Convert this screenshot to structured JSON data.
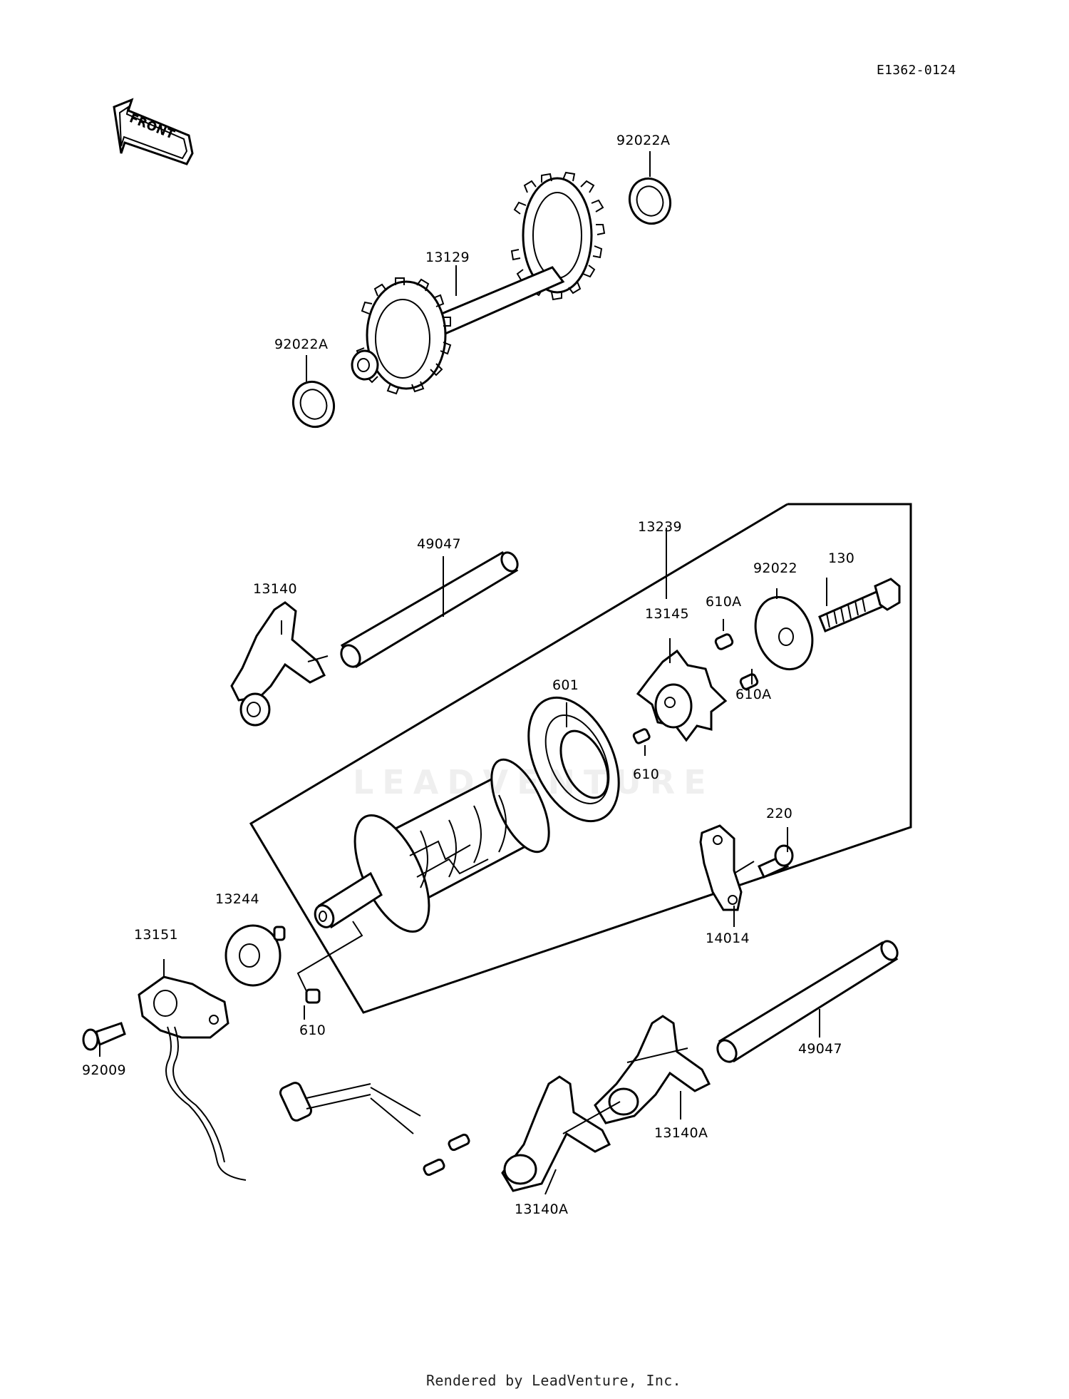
{
  "diagram_code": "E1362-0124",
  "front_arrow_text": "FRONT",
  "watermark_text": "LEADVENTURE",
  "footer": "Rendered by LeadVenture, Inc.",
  "labels": {
    "p92022A_top": "92022A",
    "p13129": "13129",
    "p92022A_left": "92022A",
    "p49047_top": "49047",
    "p13239": "13239",
    "p13140": "13140",
    "p92022": "92022",
    "p130": "130",
    "p610A_a": "610A",
    "p13145": "13145",
    "p610A_b": "610A",
    "p601": "601",
    "p610_mid": "610",
    "p220": "220",
    "p14014": "14014",
    "p13244": "13244",
    "p13151": "13151",
    "p610_low": "610",
    "p92009": "92009",
    "p49047_bot": "49047",
    "p13140A_a": "13140A",
    "p13140A_b": "13140A"
  }
}
